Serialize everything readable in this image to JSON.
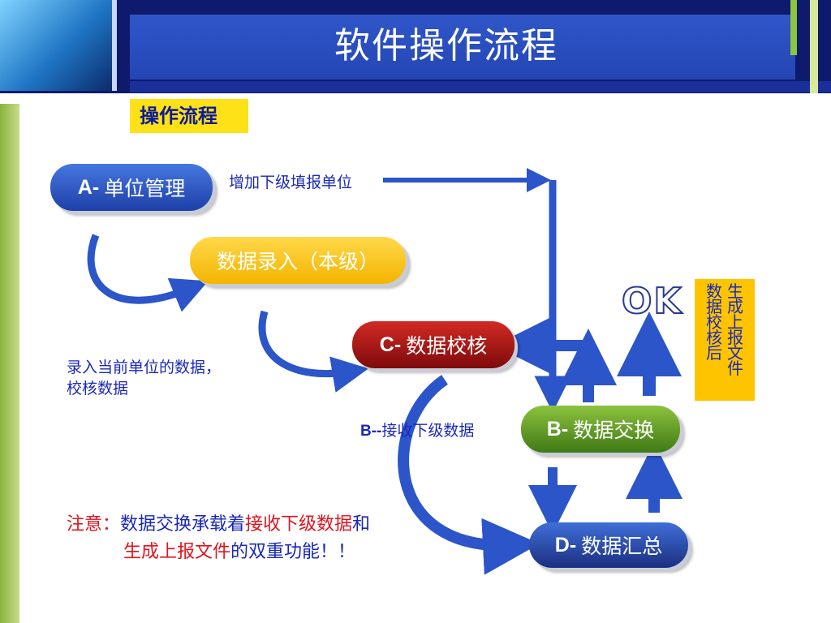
{
  "header": {
    "title": "软件操作流程"
  },
  "section_tag": "操作流程",
  "nodes": {
    "a": {
      "prefix": "A-",
      "label": "单位管理"
    },
    "entry": {
      "label": "数据录入（本级）"
    },
    "c": {
      "prefix": "C-",
      "label": "数据校核"
    },
    "b": {
      "prefix": "B-",
      "label": "数据交换"
    },
    "d": {
      "prefix": "D-",
      "label": "数据汇总"
    }
  },
  "notes": {
    "add_subordinate": "增加下级填报单位",
    "entry_line1": "录入当前单位的数据，",
    "entry_line2": "校核数据",
    "b_prefix": "B--",
    "b_label": "接收下级数据"
  },
  "warning": {
    "p1": "注意：",
    "p2": "数据交换承载着",
    "p3": "接收下级数据",
    "p4": "和",
    "p5": "生成上报文件",
    "p6": "的双重功能！！"
  },
  "ok_label": "OK",
  "side_box": {
    "col1": "数据校核后",
    "col2": "生成上报文件"
  },
  "colors": {
    "header": "#0e1a6b",
    "tag": "#ffe117",
    "arrow": "#2b55c8",
    "red": "#e0141e",
    "text_blue": "#1a28b8"
  }
}
